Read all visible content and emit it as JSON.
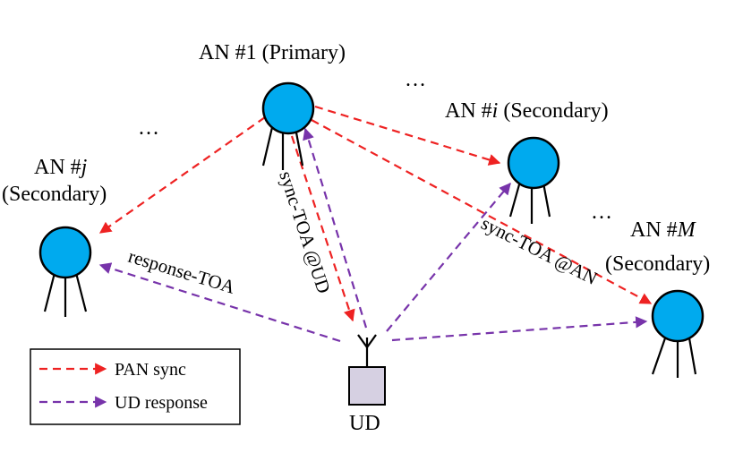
{
  "colors": {
    "node_fill": "#00aaee",
    "sync_arrow": "#ee2222",
    "response_arrow": "#7733aa",
    "ud_box": "#d6d0e2"
  },
  "nodes": {
    "an1": {
      "label": "AN #1 (Primary)"
    },
    "ani": {
      "prefix": "AN #",
      "index": "i",
      "suffix": " (Secondary)"
    },
    "anj": {
      "prefix": "AN #",
      "index": "j",
      "line2": "(Secondary)"
    },
    "anm": {
      "prefix": "AN #",
      "index": "M",
      "line2": "(Secondary)"
    },
    "ud": {
      "label": "UD"
    }
  },
  "edge_labels": {
    "sync_toa_ud": "sync-TOA @UD",
    "sync_toa_an": "sync-TOA @AN",
    "response_toa": "response-TOA"
  },
  "ellipsis": "…",
  "legend": {
    "items": [
      {
        "label": "PAN sync"
      },
      {
        "label": "UD response"
      }
    ]
  }
}
